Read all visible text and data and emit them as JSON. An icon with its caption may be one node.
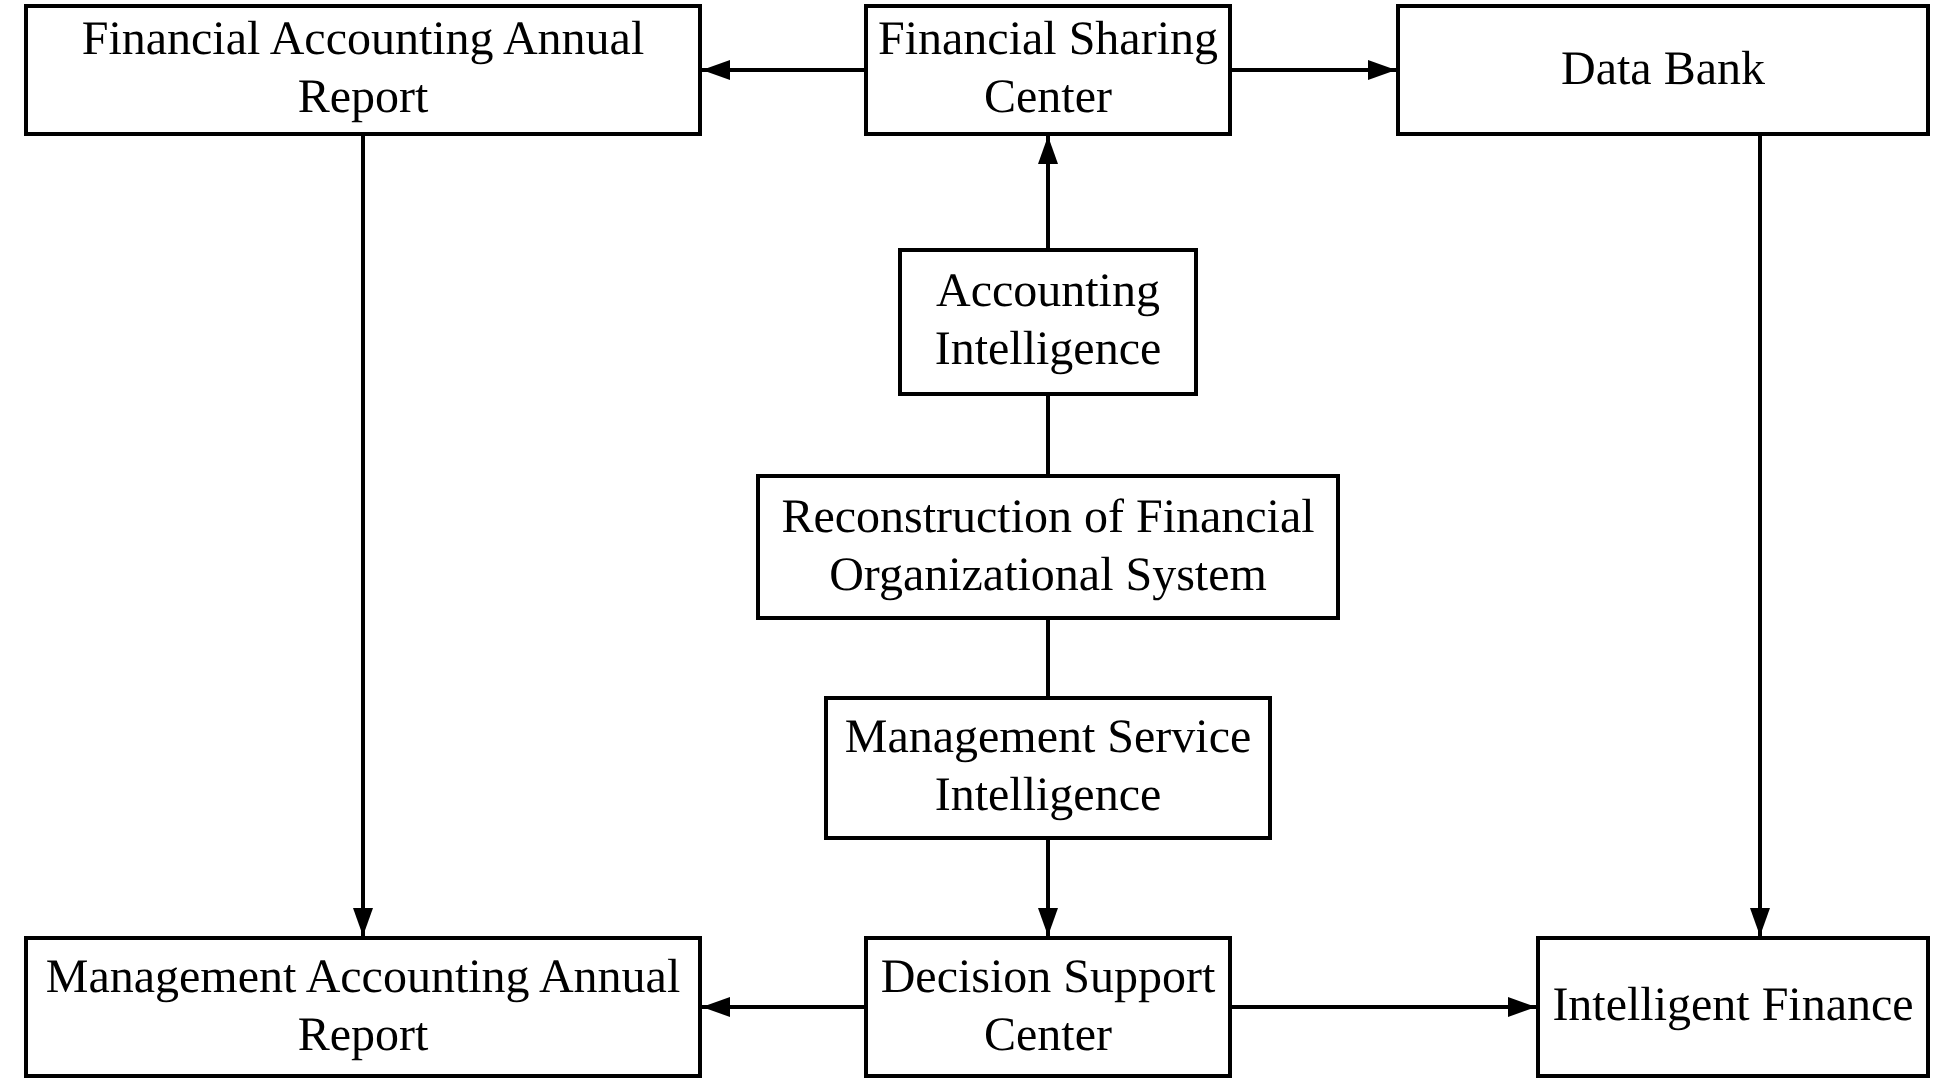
{
  "diagram": {
    "nodes": [
      {
        "text": [
          "Financial Accounting Annual Report"
        ]
      },
      {
        "text": [
          "Financial Sharing Center"
        ]
      },
      {
        "text": [
          "Data Bank"
        ]
      },
      {
        "text": [
          "Accounting Intelligence"
        ]
      },
      {
        "text": [
          "Reconstruction of Financial Organizational System"
        ]
      },
      {
        "text": [
          "Management Service Intelligence"
        ]
      },
      {
        "text": [
          "Management Accounting Annual Report"
        ]
      },
      {
        "text": [
          "Decision Support Center"
        ]
      },
      {
        "text": [
          "Intelligent Finance"
        ]
      }
    ],
    "edges": [
      {
        "from": 1,
        "to": 0,
        "arrow": "to"
      },
      {
        "from": 1,
        "to": 2,
        "arrow": "to"
      },
      {
        "from": 3,
        "to": 1,
        "arrow": "to"
      },
      {
        "from": 4,
        "to": 3,
        "arrow": "none"
      },
      {
        "from": 4,
        "to": 5,
        "arrow": "none"
      },
      {
        "from": 5,
        "to": 7,
        "arrow": "to"
      },
      {
        "from": 7,
        "to": 6,
        "arrow": "to"
      },
      {
        "from": 7,
        "to": 8,
        "arrow": "to"
      },
      {
        "from": 0,
        "to": 6,
        "arrow": "to"
      },
      {
        "from": 2,
        "to": 8,
        "arrow": "to"
      }
    ]
  }
}
